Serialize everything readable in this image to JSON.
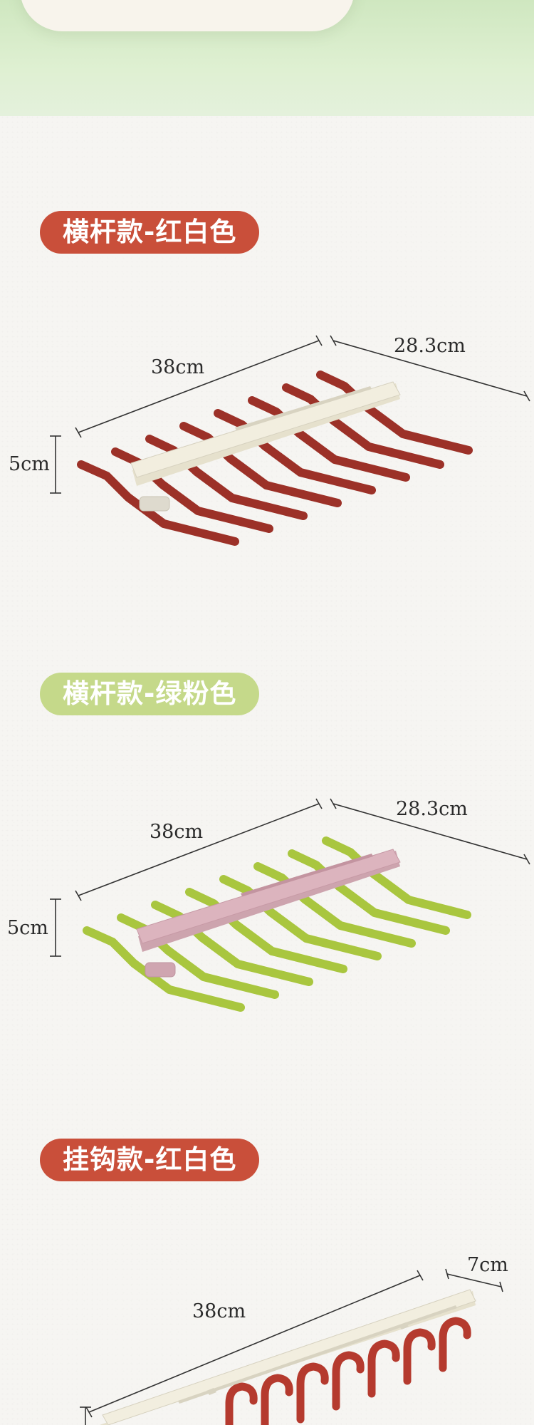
{
  "sections": [
    {
      "label": "横杆款-红白色",
      "pill_color": "#c94f3a",
      "dims": {
        "width": "38cm",
        "depth": "28.3cm",
        "height": "5cm"
      },
      "colors": {
        "bar": "#f1eddd",
        "hooks": "#9c3128"
      }
    },
    {
      "label": "横杆款-绿粉色",
      "pill_color": "#c5d98a",
      "dims": {
        "width": "38cm",
        "depth": "28.3cm",
        "height": "5cm"
      },
      "colors": {
        "bar": "#dbb2bc",
        "hooks": "#a9c63f"
      }
    },
    {
      "label": "挂钩款-红白色",
      "pill_color": "#c94f3a",
      "dims": {
        "width": "38cm",
        "depth": "7cm"
      },
      "colors": {
        "bar": "#f1eddd",
        "hooks": "#b53a2e"
      }
    }
  ]
}
